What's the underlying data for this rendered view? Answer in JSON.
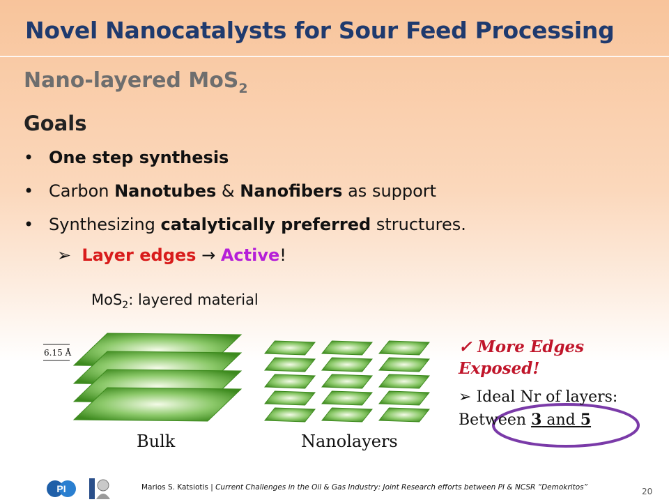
{
  "slide": {
    "title": "Novel Nanocatalysts for Sour Feed Processing",
    "subtitle_main": "Nano-layered MoS",
    "subtitle_sub": "2",
    "goals_heading": "Goals",
    "bullet_marker": "•",
    "bullets": [
      {
        "parts": [
          "One step synthesis"
        ]
      },
      {
        "parts": [
          "Carbon ",
          "Nanotubes",
          " & ",
          "Nanofibers",
          " as support"
        ]
      },
      {
        "parts": [
          "Synthesizing ",
          "catalytically preferred",
          " structures."
        ]
      }
    ],
    "sub_bullet": {
      "marker": "➢",
      "red": "Layer edges",
      "arrow": "→",
      "purple": "Active",
      "end": "!"
    },
    "mos2_label": {
      "pre": "MoS",
      "sub": "2",
      "post": ": layered material"
    },
    "figure": {
      "scale_label": "6.15 Å",
      "bulk_label": "Bulk",
      "nano_label": "Nanolayers",
      "sheet_color_dark": "#3d8a1e",
      "sheet_color_light": "#f4fbe8"
    },
    "note": {
      "check": "✓",
      "edges_line1": "More Edges",
      "edges_line2": "Exposed!",
      "ideal_marker": "➢",
      "ideal_line1": "Ideal Nr of layers:",
      "ideal_line2_pre": "Between ",
      "ideal_num1": "3",
      "ideal_and": " and ",
      "ideal_num2": "5",
      "circle_color": "#7a3aa8"
    },
    "footer": {
      "author": "Marios S. Katsiotis",
      "separator": " | ",
      "text": "Current Challenges in the Oil & Gas Industry: Joint Research efforts between PI & NCSR “Demokritos”",
      "logo_pi_text": "PI",
      "page_number": "20"
    }
  }
}
